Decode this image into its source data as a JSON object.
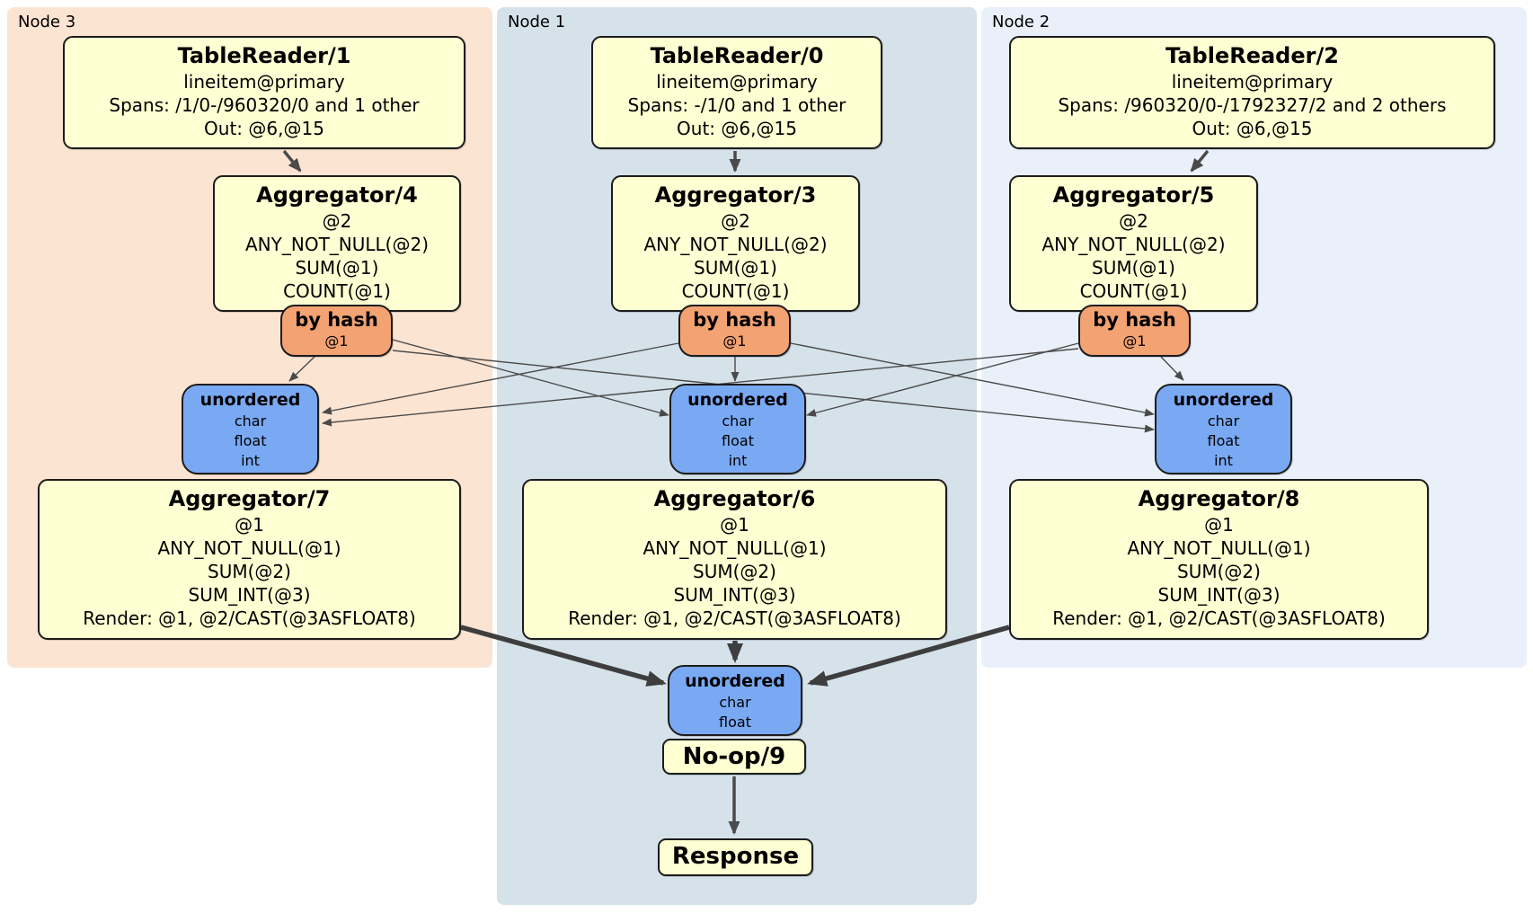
{
  "diagram": {
    "kind": "distributed-sql-plan",
    "groups": [
      {
        "id": "node3",
        "label": "Node 3"
      },
      {
        "id": "node1",
        "label": "Node 1"
      },
      {
        "id": "node2",
        "label": "Node 2"
      }
    ],
    "processors": {
      "tr1": {
        "title": "TableReader/1",
        "lines": [
          "lineitem@primary",
          "Spans: /1/0-/960320/0 and 1 other",
          "Out: @6,@15"
        ]
      },
      "tr0": {
        "title": "TableReader/0",
        "lines": [
          "lineitem@primary",
          "Spans: -/1/0 and 1 other",
          "Out: @6,@15"
        ]
      },
      "tr2": {
        "title": "TableReader/2",
        "lines": [
          "lineitem@primary",
          "Spans: /960320/0-/1792327/2 and 2 others",
          "Out: @6,@15"
        ]
      },
      "agg4": {
        "title": "Aggregator/4",
        "lines": [
          "@2",
          "ANY_NOT_NULL(@2)",
          "SUM(@1)",
          "COUNT(@1)"
        ]
      },
      "agg3": {
        "title": "Aggregator/3",
        "lines": [
          "@2",
          "ANY_NOT_NULL(@2)",
          "SUM(@1)",
          "COUNT(@1)"
        ]
      },
      "agg5": {
        "title": "Aggregator/5",
        "lines": [
          "@2",
          "ANY_NOT_NULL(@2)",
          "SUM(@1)",
          "COUNT(@1)"
        ]
      },
      "agg7": {
        "title": "Aggregator/7",
        "lines": [
          "@1",
          "ANY_NOT_NULL(@1)",
          "SUM(@2)",
          "SUM_INT(@3)",
          "Render: @1, @2/CAST(@3ASFLOAT8)"
        ]
      },
      "agg6": {
        "title": "Aggregator/6",
        "lines": [
          "@1",
          "ANY_NOT_NULL(@1)",
          "SUM(@2)",
          "SUM_INT(@3)",
          "Render: @1, @2/CAST(@3ASFLOAT8)"
        ]
      },
      "agg8": {
        "title": "Aggregator/8",
        "lines": [
          "@1",
          "ANY_NOT_NULL(@1)",
          "SUM(@2)",
          "SUM_INT(@3)",
          "Render: @1, @2/CAST(@3ASFLOAT8)"
        ]
      },
      "noop": {
        "title": "No-op/9"
      },
      "response": {
        "title": "Response"
      }
    },
    "routers": {
      "bh3": {
        "title": "by hash",
        "detail": "@1"
      },
      "bh1": {
        "title": "by hash",
        "detail": "@1"
      },
      "bh2": {
        "title": "by hash",
        "detail": "@1"
      }
    },
    "syncs": {
      "un3": {
        "title": "unordered",
        "lines": [
          "char",
          "float",
          "int"
        ]
      },
      "un1": {
        "title": "unordered",
        "lines": [
          "char",
          "float",
          "int"
        ]
      },
      "un2": {
        "title": "unordered",
        "lines": [
          "char",
          "float",
          "int"
        ]
      },
      "unf": {
        "title": "unordered",
        "lines": [
          "char",
          "float"
        ]
      }
    },
    "colors": {
      "node3_bg": "#fce4d3",
      "node1_bg": "#d6e2ea",
      "node2_bg": "#eaf0f9",
      "processor_fill": "#feffd2",
      "router_fill": "#f3a272",
      "sync_fill": "#7aa9f4",
      "edge": "#4a4a4a"
    }
  }
}
